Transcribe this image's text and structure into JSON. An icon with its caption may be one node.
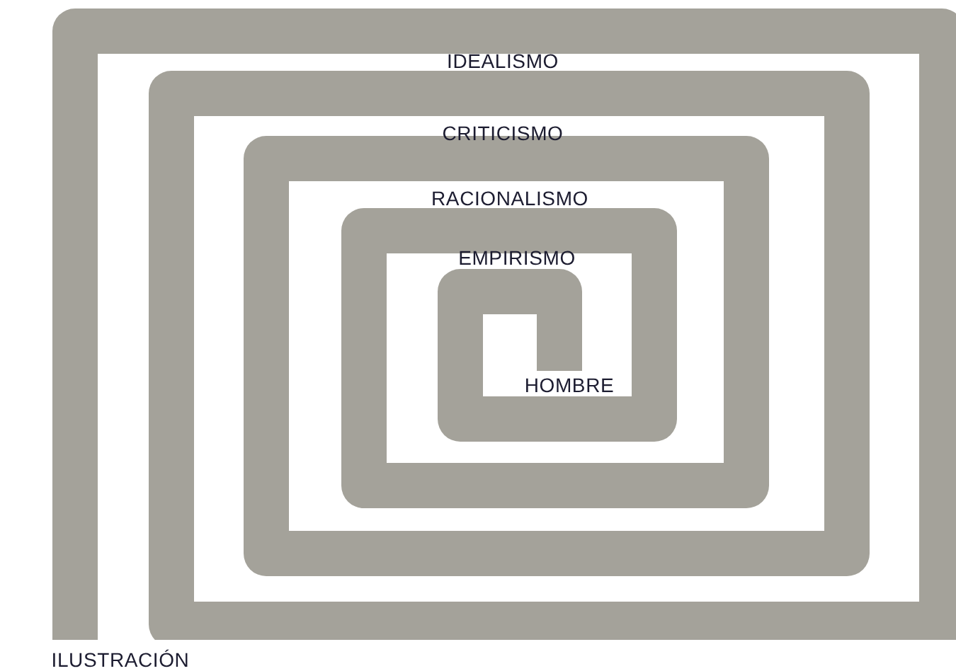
{
  "diagram": {
    "labels": [
      "IDEALISMO",
      "CRITICISMO",
      "RACIONALISMO",
      "EMPIRISMO",
      "HOMBRE",
      "ILUSTRACIÓN"
    ]
  }
}
